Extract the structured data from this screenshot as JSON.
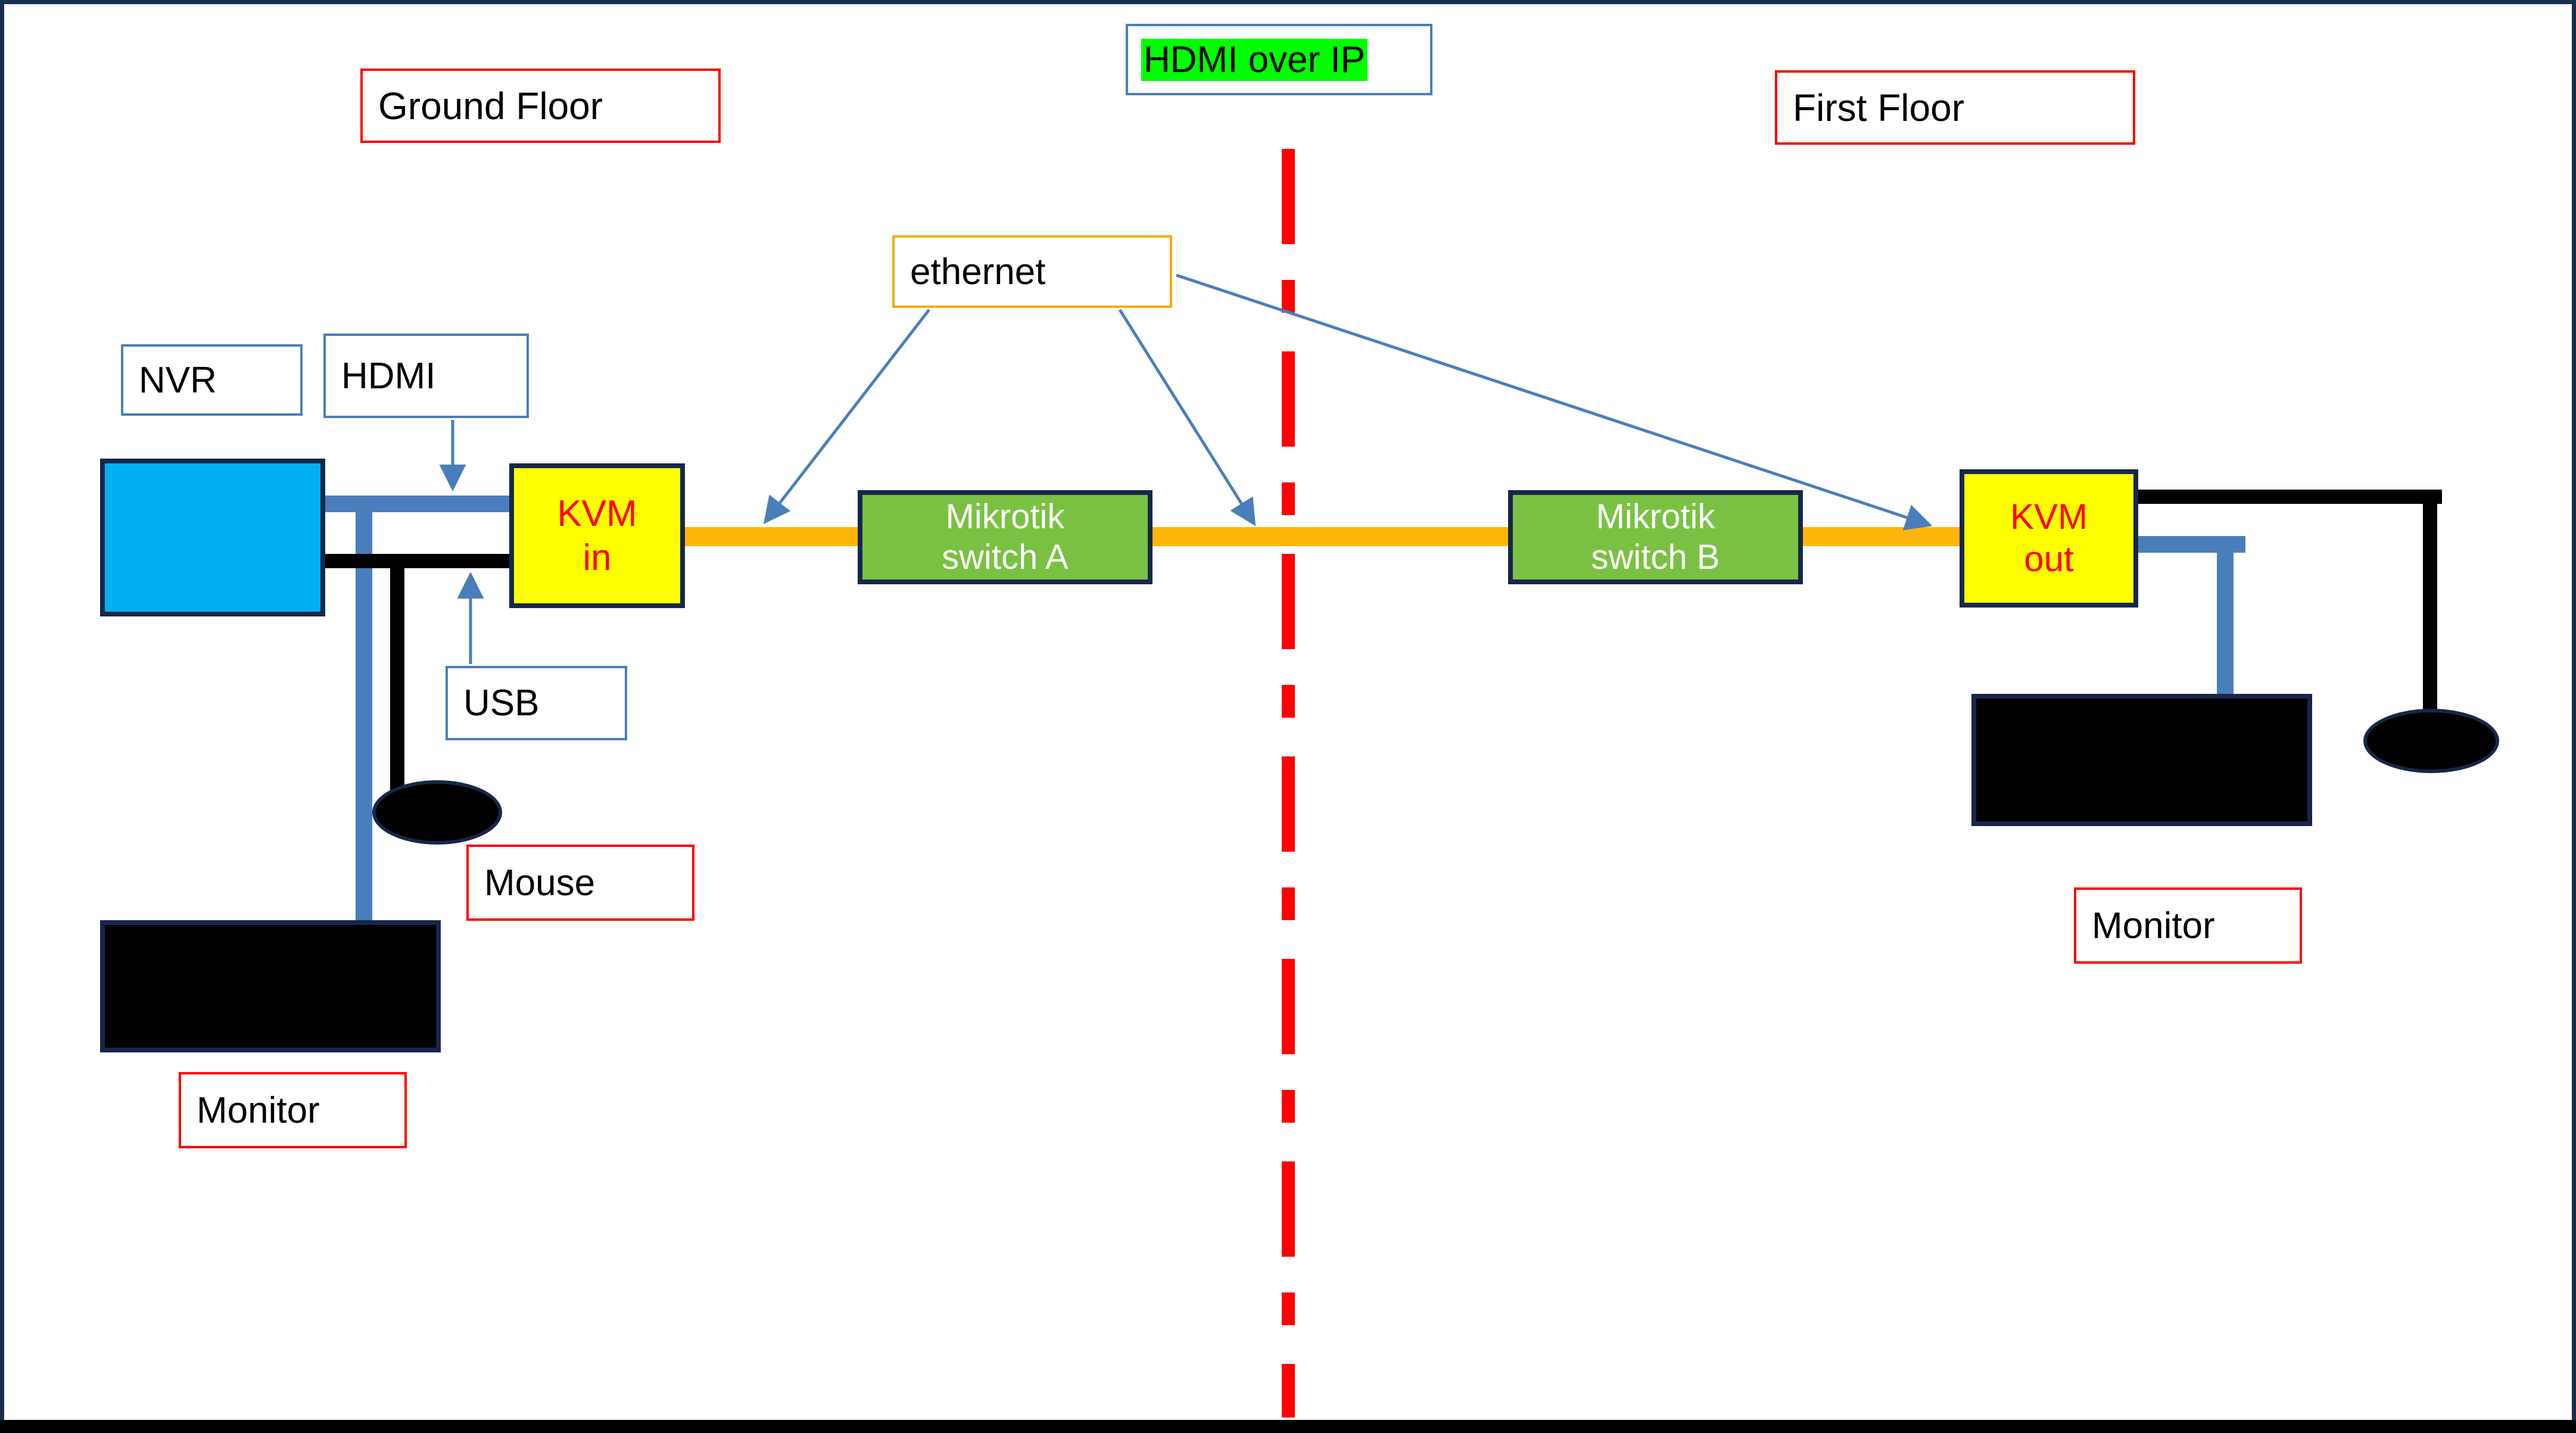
{
  "diagram": {
    "title_callout": "HDMI over IP",
    "zones": {
      "left": "Ground Floor",
      "right": "First Floor"
    },
    "labels": {
      "nvr": "NVR",
      "hdmi": "HDMI",
      "usb": "USB",
      "ethernet": "ethernet",
      "mouse_left": "Mouse",
      "monitor_left": "Monitor",
      "monitor_right": "Monitor"
    },
    "devices": {
      "kvm_in_line1": "KVM",
      "kvm_in_line2": "in",
      "kvm_out_line1": "KVM",
      "kvm_out_line2": "out",
      "switch_a_line1": "Mikrotik",
      "switch_a_line2": "switch A",
      "switch_b_line1": "Mikrotik",
      "switch_b_line2": "switch B"
    },
    "colors": {
      "frame": "#1a2e50",
      "kvm_fill": "#ffff00",
      "kvm_text": "#ff0000",
      "switch_fill": "#7ac143",
      "switch_text": "#ffffff",
      "nvr_fill": "#00b0f0",
      "monitor_fill": "#000000",
      "hdmi_cable": "#4a7ebb",
      "usb_cable": "#000000",
      "ethernet_cable": "#ffb60a",
      "divider": "#ff0000",
      "highlight": "#00ff00",
      "label_border_red": "#ff0000",
      "label_border_blue": "#4a7ebb",
      "label_border_orange": "#f5ad00"
    }
  }
}
